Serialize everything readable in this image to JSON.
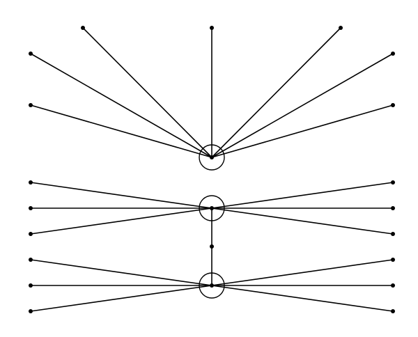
{
  "diagram": {
    "type": "node-link",
    "stroke_color": "#000000",
    "background_color": "#ffffff",
    "circled_nodes": [
      {
        "id": "hub-top",
        "outer_nodes": 7
      },
      {
        "id": "hub-middle",
        "outer_nodes": 6
      },
      {
        "id": "hub-bottom",
        "outer_nodes": 6
      }
    ],
    "connector_node": "link-node",
    "connections": [
      [
        "hub-middle",
        "link-node"
      ],
      [
        "link-node",
        "hub-bottom"
      ]
    ]
  }
}
